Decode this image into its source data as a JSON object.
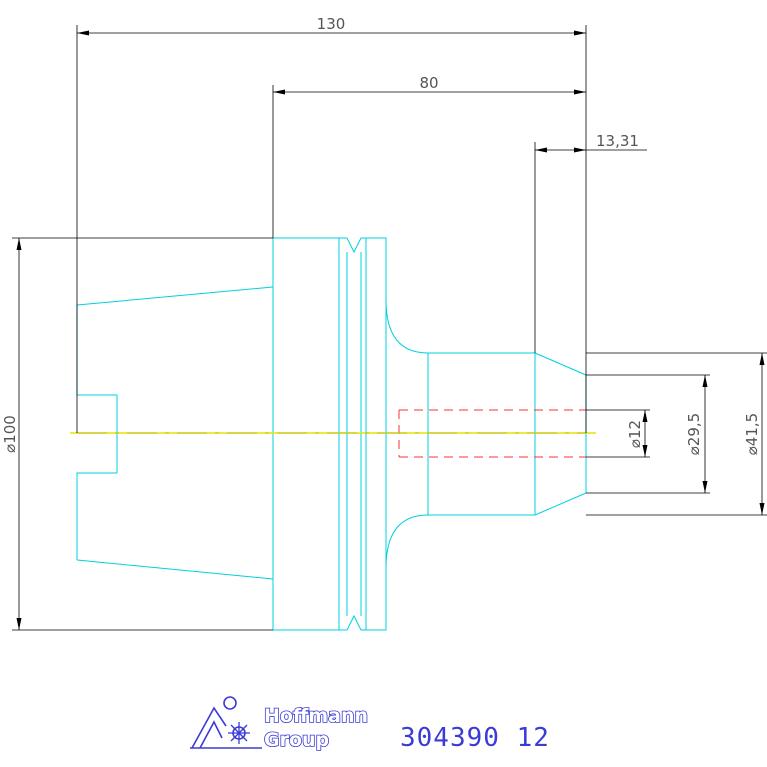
{
  "dimensions": {
    "overall_length": "130",
    "partial_length": "80",
    "end_length": "13,31",
    "dia_flange": "⌀100",
    "dia_bore": "⌀12",
    "dia_end": "⌀29,5",
    "dia_shank": "⌀41,5"
  },
  "logo": {
    "line1": "Hoffmann",
    "line2": "Group"
  },
  "part_number": "304390 12",
  "colors": {
    "outline": "#00d0e0",
    "dimension": "#000000",
    "centerline": "#e6e600",
    "hidden": "#ff3030",
    "text": "#555555",
    "brand": "#3b3bd6"
  }
}
